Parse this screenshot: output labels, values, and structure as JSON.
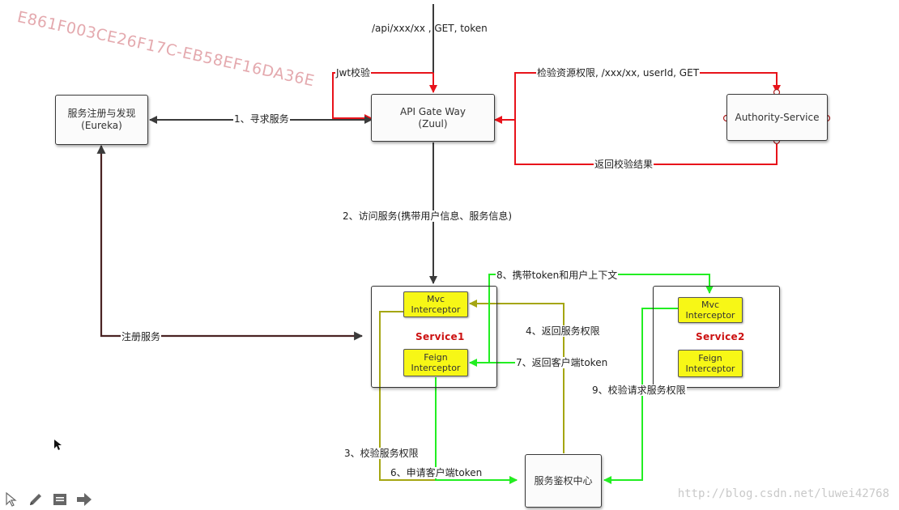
{
  "watermark": "E861F003CE26F17C-EB58EF16DA36E",
  "boxes": {
    "eureka": [
      "服务注册与发现",
      "(Eureka)"
    ],
    "gateway": [
      "API Gate Way",
      "(Zuul)"
    ],
    "authority": "Authority-Service",
    "auth_center": "服务鉴权中心"
  },
  "services": {
    "service1": {
      "title": "Service1",
      "mvc": [
        "Mvc",
        "Interceptor"
      ],
      "feign": [
        "Feign",
        "Interceptor"
      ]
    },
    "service2": {
      "title": "Service2",
      "mvc": [
        "Mvc",
        "Interceptor"
      ],
      "feign": [
        "Feign",
        "Interceptor"
      ]
    }
  },
  "labels": {
    "request": "/api/xxx/xx , GET, token",
    "jwt": "Jwt校验",
    "check_permission": "检验资源权限, /xxx/xx, userId, GET",
    "return_result": "返回校验结果",
    "step1": "1、寻求服务",
    "step2": "2、访问服务(携带用户信息、服务信息)",
    "step3": "3、校验服务权限",
    "step4": "4、返回服务权限",
    "step6": "6、申请客户端token",
    "step7": "7、返回客户端token",
    "step8": "8、携带token和用户上下文",
    "step9": "9、校验请求服务权限",
    "register": "注册服务"
  },
  "footer_url": "http://blog.csdn.net/luwei42768",
  "colors": {
    "red": "#e8131b",
    "black": "#3b3b3b",
    "green": "#22ee22",
    "olive": "#a5a612",
    "service_title": "#cc1111",
    "interceptor_fill": "#f7f716",
    "watermark": "#e4a9ae"
  },
  "toolbar": [
    "cursor-icon",
    "pencil-icon",
    "note-icon",
    "arrow-right-icon"
  ]
}
